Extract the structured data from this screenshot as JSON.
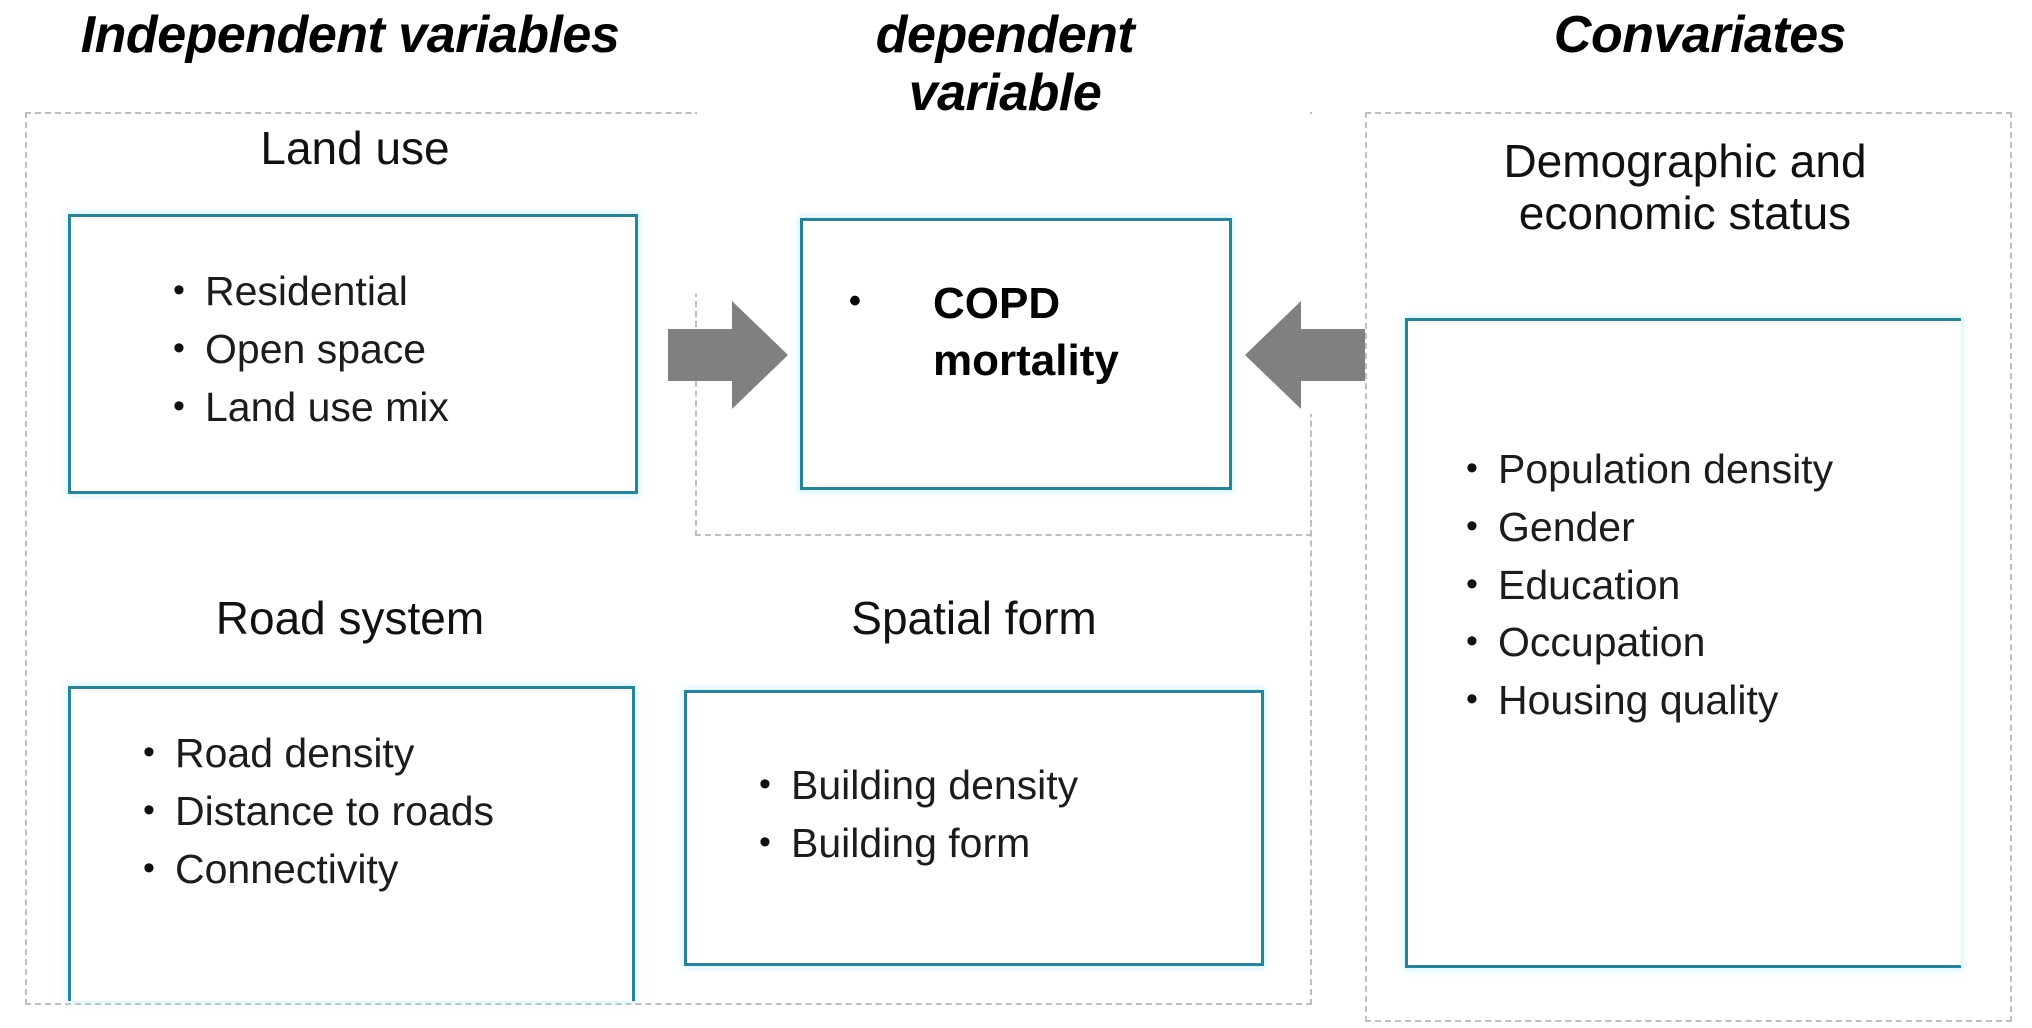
{
  "headers": {
    "independent": "Independent variables",
    "dependent": "dependent\nvariable",
    "covariates": "Convariates"
  },
  "panels": {
    "land_use": {
      "title": "Land use",
      "items": [
        "Residential",
        "Open space",
        "Land use mix"
      ]
    },
    "road_system": {
      "title": "Road system",
      "items": [
        "Road density",
        "Distance to roads",
        "Connectivity"
      ]
    },
    "spatial_form": {
      "title": "Spatial form",
      "items": [
        "Building density",
        "Building form"
      ]
    },
    "dependent": {
      "item": "COPD\nmortality"
    },
    "demographic": {
      "title": "Demographic and\neconomic status",
      "items": [
        "Population density",
        "Gender",
        "Education",
        "Occupation",
        "Housing quality"
      ]
    }
  },
  "arrows": [
    {
      "name": "arrow-independent-to-dependent",
      "direction": "right"
    },
    {
      "name": "arrow-covariates-to-dependent",
      "direction": "left"
    }
  ],
  "colors": {
    "box_border_teal": "#2b8296",
    "box_glow": "#aceBf8",
    "group_dash": "#bfbfbf",
    "arrow_fill": "#808080",
    "text": "#1c1c1c",
    "background": "#ffffff"
  }
}
